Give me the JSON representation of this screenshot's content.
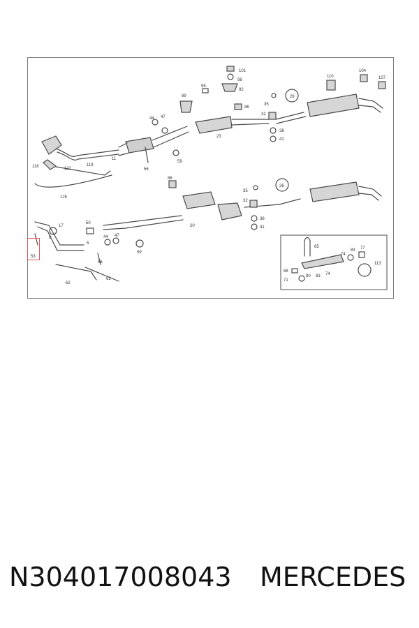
{
  "footer": {
    "part_number": "N304017008043",
    "brand": "MERCEDES"
  },
  "diagram": {
    "highlighted_label": "53",
    "callouts": [
      "101",
      "98",
      "92",
      "95",
      "89",
      "110",
      "104",
      "107",
      "86",
      "35",
      "29",
      "32",
      "44",
      "47",
      "38",
      "41",
      "23",
      "11",
      "56",
      "59",
      "118",
      "122",
      "119",
      "125",
      "86",
      "35",
      "26",
      "32",
      "38",
      "41",
      "17",
      "50",
      "8",
      "5",
      "44",
      "47",
      "59",
      "56",
      "20",
      "62",
      "62",
      "65",
      "74",
      "83",
      "77",
      "68",
      "80",
      "83",
      "74",
      "71",
      "113"
    ],
    "colors": {
      "highlight": "#e05a5a",
      "line": "#4a4a4a",
      "fill": "#d6d6d6"
    }
  }
}
